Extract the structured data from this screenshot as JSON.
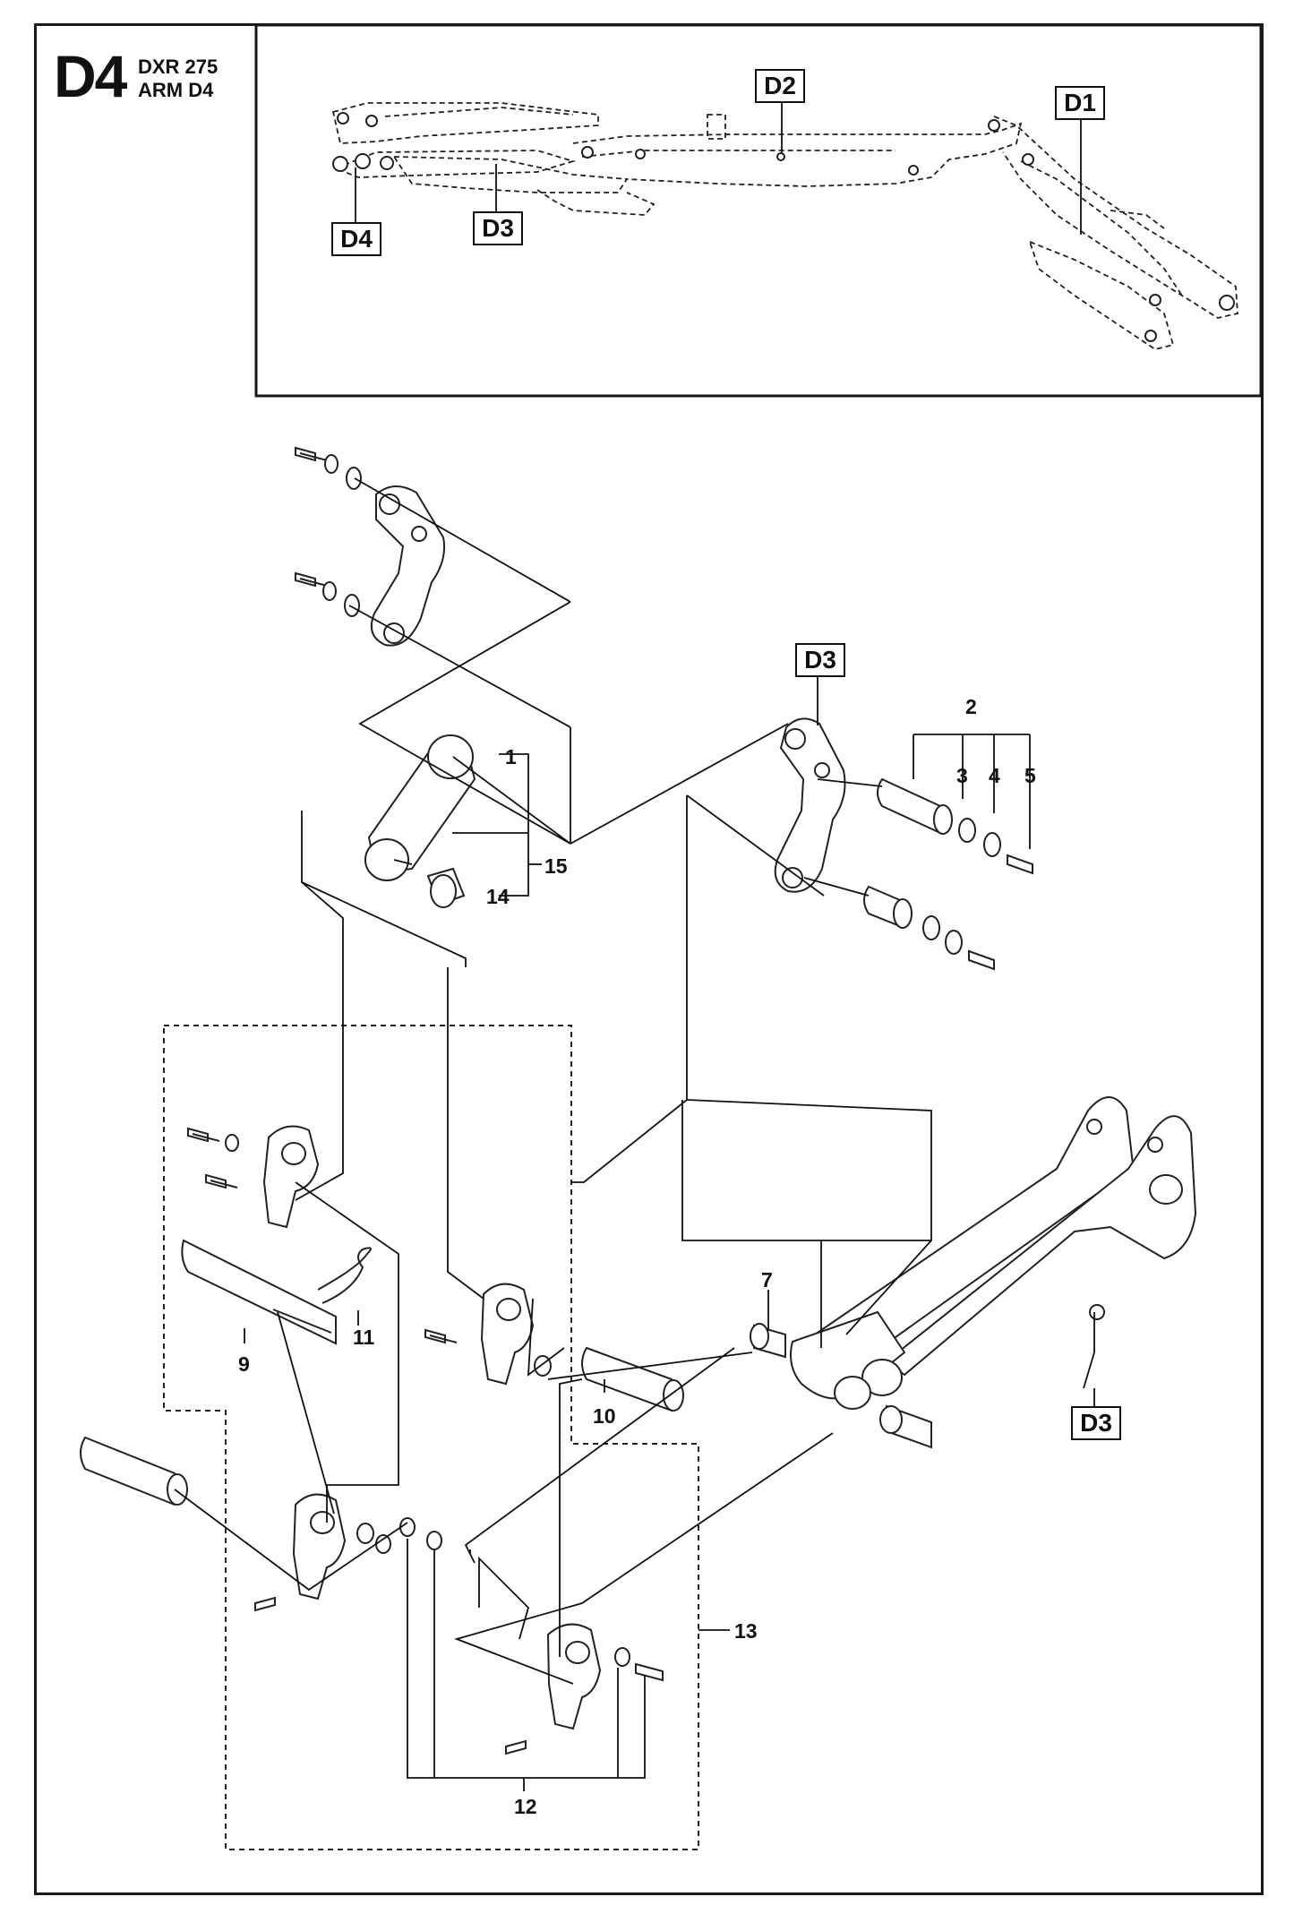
{
  "header": {
    "code": "D4",
    "model": "DXR 275",
    "group": "ARM D4"
  },
  "overview_labels": [
    "D2",
    "D1",
    "D4",
    "D3"
  ],
  "callout_boxes": [
    "D3",
    "D3"
  ],
  "part_numbers": [
    "1",
    "2",
    "3",
    "4",
    "5",
    "7",
    "9",
    "10",
    "11",
    "12",
    "13",
    "14",
    "15"
  ]
}
